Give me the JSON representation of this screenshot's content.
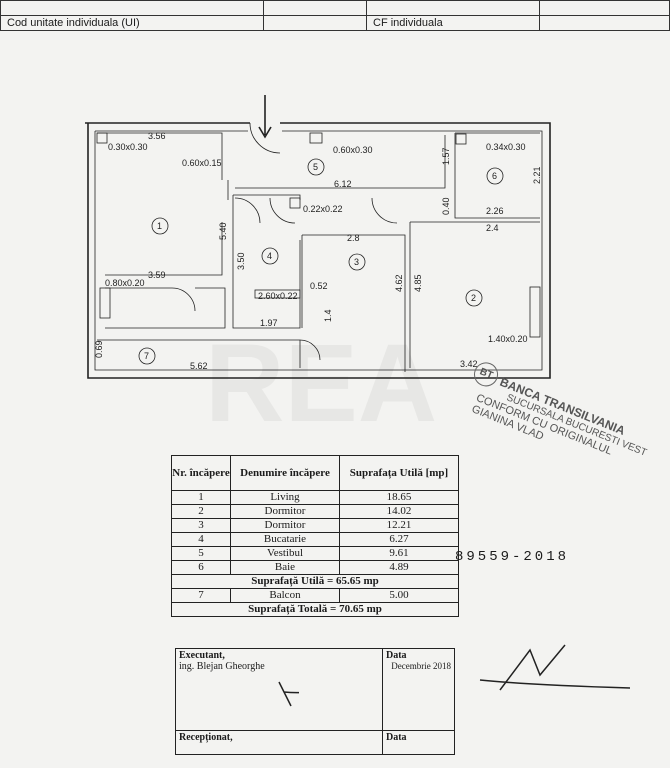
{
  "header_table": {
    "row1": [
      "",
      "",
      ""
    ],
    "row2": [
      "Cod unitate individuala (UI)",
      "CF individuala",
      ""
    ]
  },
  "floor_plan": {
    "dimensions": [
      "3.56",
      "0.30x0.30",
      "0.60x0.15",
      "5.40",
      "3.59",
      "0.80x0.20",
      "0.60x0.30",
      "6.12",
      "0.22x0.22",
      "1.57",
      "0.34x0.30",
      "2.21",
      "0.40",
      "2.26",
      "2.4",
      "2.8",
      "3.50",
      "2.60x0.22",
      "0.52",
      "4.62",
      "4.85",
      "1.4",
      "1.40x0.20",
      "1.97",
      "0.69",
      "5.62",
      "3.42"
    ],
    "room_numbers": [
      "1",
      "2",
      "3",
      "4",
      "5",
      "6",
      "7"
    ]
  },
  "area_table": {
    "headers": [
      "Nr. încăpere",
      "Denumire încăpere",
      "Suprafața Utilă [mp]"
    ],
    "rows": [
      {
        "nr": "1",
        "name": "Living",
        "area": "18.65"
      },
      {
        "nr": "2",
        "name": "Dormitor",
        "area": "14.02"
      },
      {
        "nr": "3",
        "name": "Dormitor",
        "area": "12.21"
      },
      {
        "nr": "4",
        "name": "Bucatarie",
        "area": "6.27"
      },
      {
        "nr": "5",
        "name": "Vestibul",
        "area": "9.61"
      },
      {
        "nr": "6",
        "name": "Baie",
        "area": "4.89"
      }
    ],
    "useful_total": "Suprafață Utilă = 65.65 mp",
    "balcony": {
      "nr": "7",
      "name": "Balcon",
      "area": "5.00"
    },
    "grand_total": "Suprafață Totală = 70.65 mp"
  },
  "signature_table": {
    "executant_label": "Executant,",
    "executant_name": "ing. Blejan Gheorghe",
    "date_label": "Data",
    "date_value": "Decembrie 2018",
    "receptionat_label": "Recepționat,",
    "date_label_2": "Data"
  },
  "stamp": {
    "line1": "BANCA TRANSILVANIA",
    "line2": "SUCURSALA BUCURESTI VEST",
    "line3": "CONFORM CU ORIGINALUL",
    "line4": "GIANINA VLAD",
    "logo": "BT"
  },
  "registration_number": "89559-2018",
  "watermark_text": "REA"
}
